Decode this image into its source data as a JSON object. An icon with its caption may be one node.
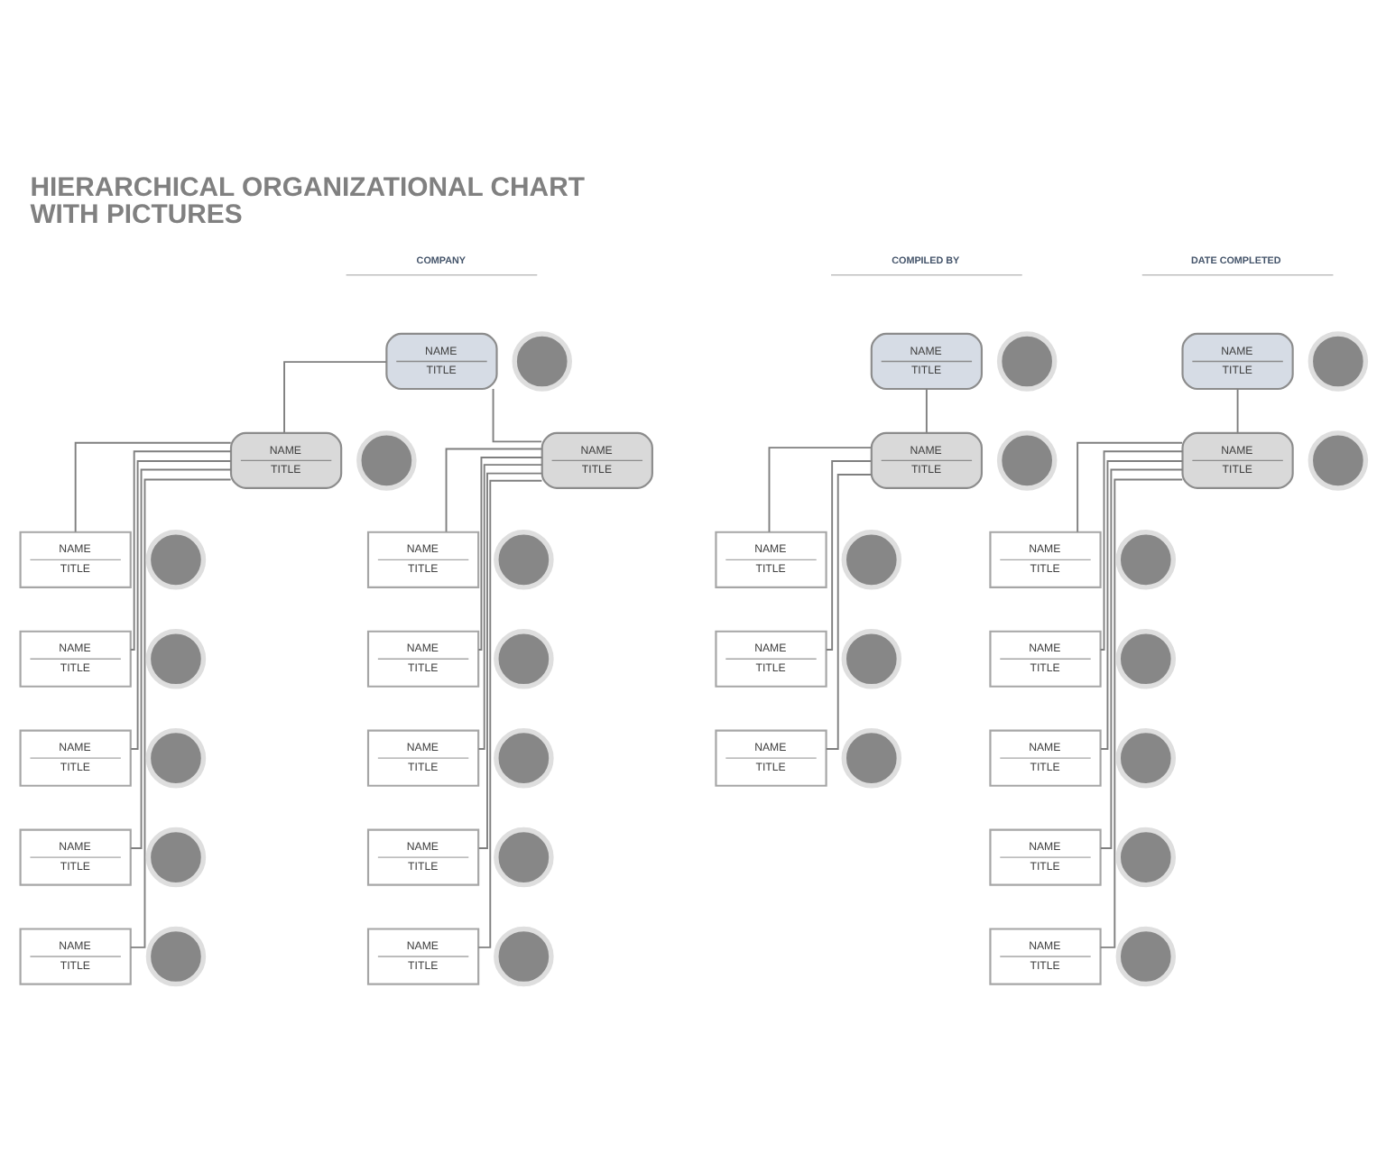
{
  "diagram": {
    "title": "HIERARCHICAL ORGANIZATIONAL CHART WITH PICTURES",
    "nodes": [
      {
        "text": [
          "NAME",
          "TITLE"
        ]
      },
      {
        "text": [],
        "shape": "person"
      },
      {
        "text": [
          "NAME",
          "TITLE"
        ]
      },
      {
        "text": [],
        "shape": "person"
      },
      {
        "text": [
          "NAME",
          "TITLE"
        ]
      },
      {
        "text": [],
        "shape": "person"
      },
      {
        "text": [
          "NAME",
          "TITLE"
        ]
      },
      {
        "text": [],
        "shape": "person"
      },
      {
        "text": [
          "NAME",
          "TITLE"
        ]
      },
      {
        "text": [
          "NAME",
          "TITLE"
        ]
      },
      {
        "text": [],
        "shape": "person"
      },
      {
        "text": [
          "NAME",
          "TITLE"
        ]
      },
      {
        "text": [],
        "shape": "person"
      },
      {
        "text": [
          "NAME",
          "TITLE"
        ]
      },
      {
        "text": [],
        "shape": "person"
      },
      {
        "text": [
          "NAME",
          "TITLE"
        ]
      },
      {
        "text": [],
        "shape": "person"
      },
      {
        "text": [
          "NAME",
          "TITLE"
        ]
      },
      {
        "text": [],
        "shape": "person"
      },
      {
        "text": [
          "NAME",
          "TITLE"
        ]
      },
      {
        "text": [],
        "shape": "person"
      },
      {
        "text": [
          "NAME",
          "TITLE"
        ]
      },
      {
        "text": [],
        "shape": "person"
      },
      {
        "text": [
          "NAME",
          "TITLE"
        ]
      },
      {
        "text": [],
        "shape": "person"
      },
      {
        "text": [
          "NAME",
          "TITLE"
        ]
      },
      {
        "text": [],
        "shape": "person"
      },
      {
        "text": [
          "NAME",
          "TITLE"
        ]
      },
      {
        "text": [],
        "shape": "person"
      },
      {
        "text": [
          "NAME",
          "TITLE"
        ]
      },
      {
        "text": [],
        "shape": "person"
      },
      {
        "text": [
          "NAME",
          "TITLE"
        ]
      },
      {
        "text": [],
        "shape": "person"
      },
      {
        "text": [
          "NAME",
          "TITLE"
        ]
      },
      {
        "text": [],
        "shape": "person"
      },
      {
        "text": [
          "NAME",
          "TITLE"
        ]
      },
      {
        "text": [],
        "shape": "person"
      },
      {
        "text": [
          "NAME",
          "TITLE"
        ]
      },
      {
        "text": [],
        "shape": "person"
      },
      {
        "text": [
          "NAME",
          "TITLE"
        ]
      },
      {
        "text": [],
        "shape": "person"
      },
      {
        "text": [
          "NAME",
          "TITLE"
        ]
      },
      {
        "text": [],
        "shape": "person"
      },
      {
        "text": [
          "NAME",
          "TITLE"
        ]
      },
      {
        "text": [],
        "shape": "person"
      },
      {
        "text": [
          "NAME",
          "TITLE"
        ]
      },
      {
        "text": [],
        "shape": "person"
      },
      {
        "text": [
          "NAME",
          "TITLE"
        ]
      },
      {
        "text": [],
        "shape": "person"
      }
    ],
    "edges": [
      {
        "from": 0,
        "to": 6,
        "arrow": "none"
      },
      {
        "from": 0,
        "to": 8,
        "arrow": "none"
      },
      {
        "from": 2,
        "to": 9,
        "arrow": "none"
      },
      {
        "from": 4,
        "to": 11,
        "arrow": "none"
      },
      {
        "from": 6,
        "to": 13,
        "arrow": "none"
      },
      {
        "from": 6,
        "to": 21,
        "arrow": "none"
      },
      {
        "from": 6,
        "to": 29,
        "arrow": "none"
      },
      {
        "from": 6,
        "to": 37,
        "arrow": "none"
      },
      {
        "from": 6,
        "to": 43,
        "arrow": "none"
      },
      {
        "from": 8,
        "to": 15,
        "arrow": "none"
      },
      {
        "from": 8,
        "to": 23,
        "arrow": "none"
      },
      {
        "from": 8,
        "to": 31,
        "arrow": "none"
      },
      {
        "from": 8,
        "to": 39,
        "arrow": "none"
      },
      {
        "from": 8,
        "to": 45,
        "arrow": "none"
      },
      {
        "from": 9,
        "to": 17,
        "arrow": "none"
      },
      {
        "from": 9,
        "to": 25,
        "arrow": "none"
      },
      {
        "from": 9,
        "to": 33,
        "arrow": "none"
      },
      {
        "from": 11,
        "to": 19,
        "arrow": "none"
      },
      {
        "from": 11,
        "to": 27,
        "arrow": "none"
      },
      {
        "from": 11,
        "to": 35,
        "arrow": "none"
      },
      {
        "from": 11,
        "to": 41,
        "arrow": "none"
      },
      {
        "from": 11,
        "to": 47,
        "arrow": "none"
      }
    ],
    "labels": [
      "COMPANY",
      "COMPILED BY",
      "DATE COMPLETED"
    ]
  }
}
